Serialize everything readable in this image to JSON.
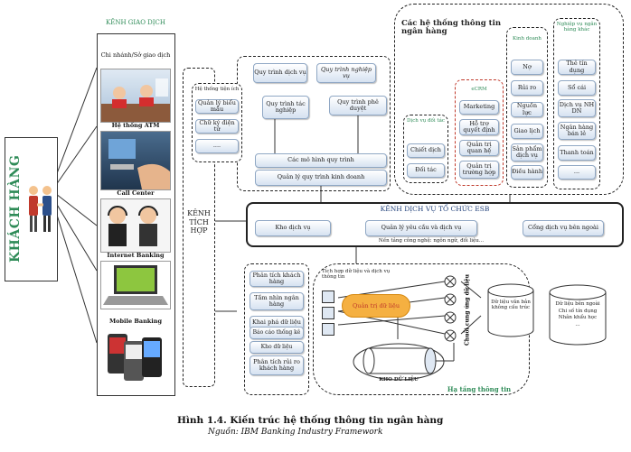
{
  "customer": {
    "label": "KHÁCH HÀNG"
  },
  "channels": {
    "title": "KÊNH GIAO DỊCH",
    "items": [
      {
        "label": "Chi nhánh/Sở giao dịch"
      },
      {
        "label": "Hệ thống ATM"
      },
      {
        "label": "Call Center"
      },
      {
        "label": "Internet Banking"
      },
      {
        "label": "Mobile Banking"
      }
    ]
  },
  "integration": {
    "label_lines": [
      "KÊNH",
      "TÍCH",
      "HỢP"
    ]
  },
  "process": {
    "left_group": {
      "title": "Hệ thống tiện ích",
      "items": [
        "Quản lý biểu mẫu",
        "Chữ ký điện tử",
        "...."
      ]
    },
    "service_flow": "Quy trình dịch vụ",
    "process_rules": "Quy trình nghiệp vụ",
    "operation_flow": "Quy trình tác nghiệp",
    "approval_flow": "Quy trình phê duyệt",
    "tool_1": "Các mô hình quy trình",
    "tool_2": "Quản lý quy trình kinh doanh"
  },
  "bank_systems": {
    "title": "Các hệ thống thông tin ngân hàng",
    "partners": {
      "title": "Dịch vụ đối tác",
      "items": [
        "Chiết dịch",
        "Đối tác"
      ]
    },
    "ecrm": {
      "title": "eCRM",
      "items": [
        "Marketing",
        "Hỗ trợ quyết định",
        "Quản trị quan hệ",
        "Quản trị trường hợp"
      ]
    },
    "business": {
      "title": "Kinh doanh",
      "items": [
        "Nợ",
        "Rủi ro",
        "Nguồn lực",
        "Giao lịch",
        "Sản phẩm dịch vụ",
        "Điều hành"
      ]
    },
    "core": {
      "title": "Nghiệp vụ ngân hàng khác",
      "items": [
        "Thẻ tín dụng",
        "Sổ cái",
        "Dịch vụ NH DN",
        "Ngân hàng bán lẻ",
        "Thanh toán",
        "..."
      ]
    }
  },
  "esb": {
    "title": "KÊNH DỊCH VỤ TỔ CHỨC ESB",
    "item_1": "Kho dịch vụ",
    "item_2": "Quản lý yêu cầu và dịch vụ",
    "item_3": "Cổng dịch vụ bên ngoài",
    "note": "Nền tảng công nghệ: ngôn ngữ, đối liệu..."
  },
  "analytics": {
    "items": [
      "Phân tích khách hàng",
      "Tầm nhìn ngân hàng",
      "Khai phá dữ liệu",
      "Báo cáo thống kê",
      "Kho dữ liệu",
      "Phân tích rủi ro khách hàng"
    ]
  },
  "infra": {
    "integrate_title": "Tích hợp dữ liệu và dịch vụ thông tin",
    "manage": "Quản trị dữ liệu",
    "stream": "Chuỗi cung ứng dữ liệu",
    "warehouse": "KHO DỮ LIỆU",
    "platform": "Hạ tầng thông tin"
  },
  "stores": {
    "unstructured": "Dữ liệu văn bản không cấu trúc",
    "external_title": "Dữ liệu bên ngoài",
    "external_lines": [
      "Chi số tín dụng",
      "Nhân khẩu học",
      "..."
    ]
  },
  "figure": {
    "caption": "Hình 1.4. Kiến trúc hệ thống thông tin ngân hàng",
    "source": "Nguồn: IBM Banking Industry Framework"
  },
  "colors": {
    "customer_green": "#2e8b57",
    "ecrm_red": "#c0392b",
    "box_blue": "#d6e2f1"
  }
}
